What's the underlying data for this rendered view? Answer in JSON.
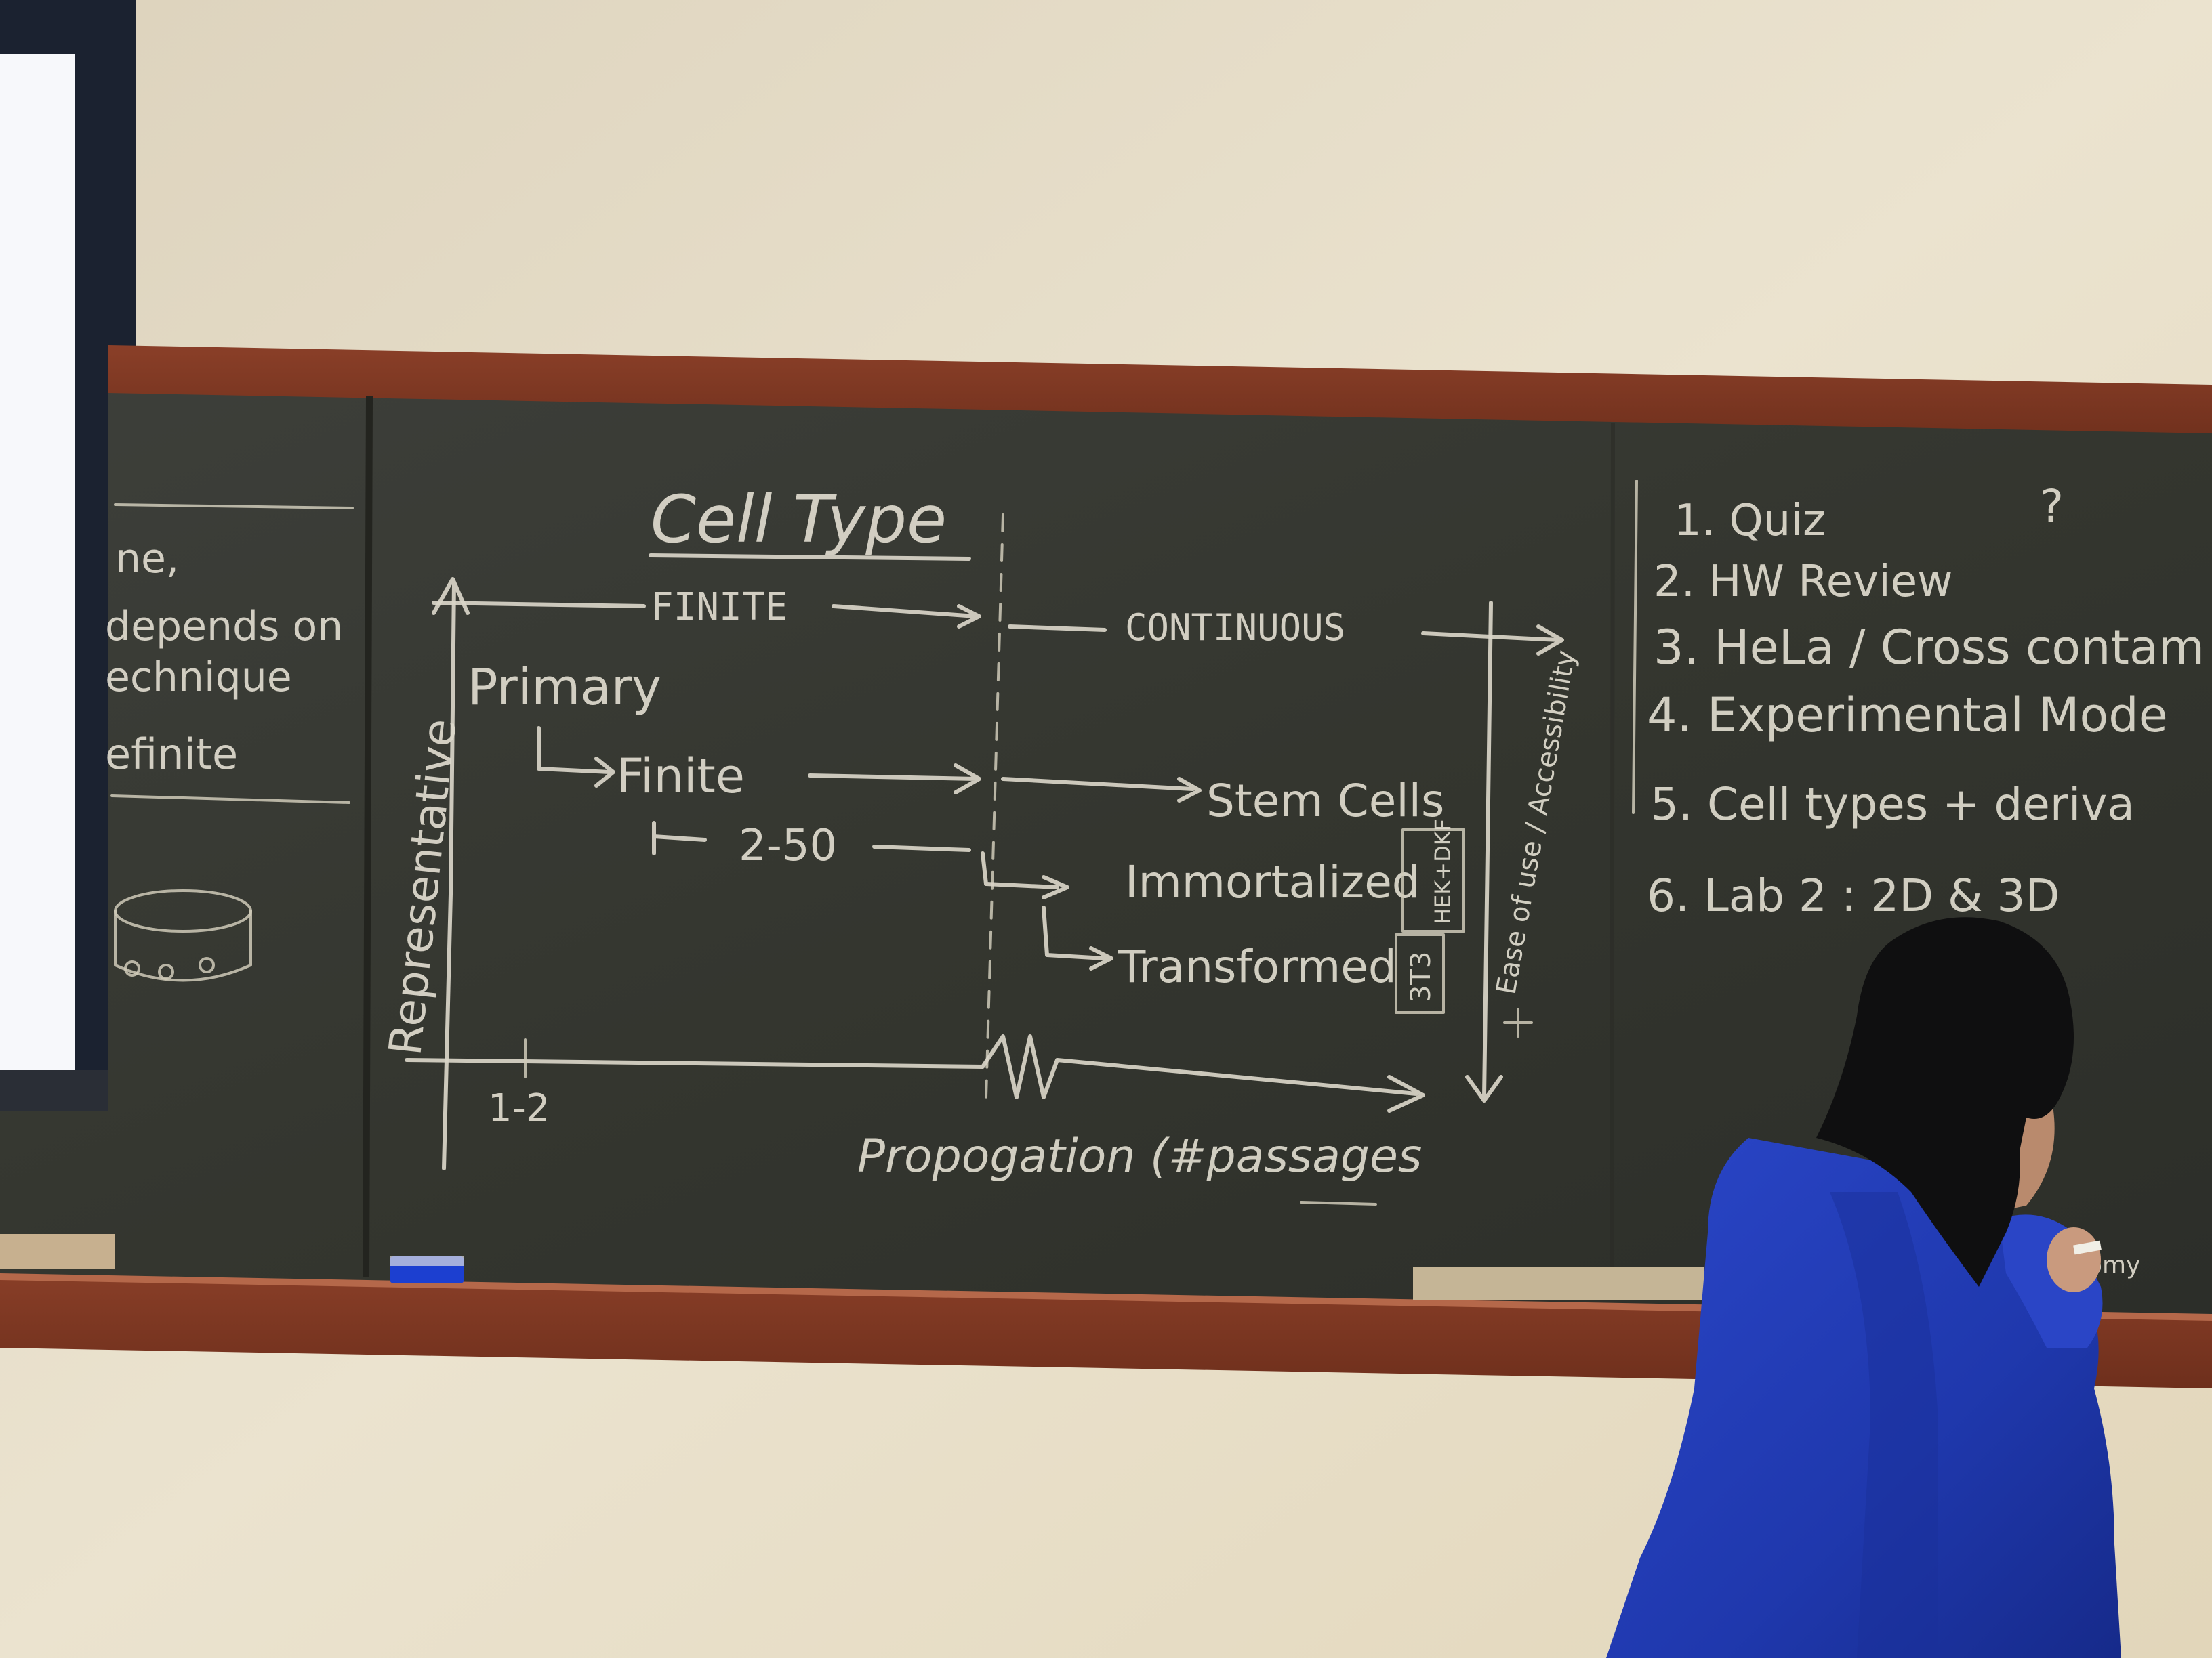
{
  "board_center": {
    "title": "Cell Type",
    "finite": "FINITE",
    "continuous": "CONTINUOUS",
    "primary": "Primary",
    "finite_branch": "Finite",
    "range_2_50": "2-50",
    "stem_cells": "Stem Cells",
    "immortalized": "Immortalized",
    "transformed": "Transformed",
    "box_hek": "HEK+DKF",
    "box_3t3": "3T3",
    "axis_vertical": "Representative",
    "axis_right": "Ease of use / Accessibility",
    "tick_1_2": "1-2",
    "propagation": "Propogation (#passages"
  },
  "board_left": {
    "line1": "ne,",
    "line2": "depends on",
    "line3": "echnique",
    "line4": "efinite"
  },
  "board_right": {
    "items": [
      "1. Quiz",
      "2. HW Review",
      "3. HeLa / Cross contam",
      "4. Experimental Mode",
      "5. Cell types + deriva",
      "6. Lab 2 : 2D & 3D"
    ],
    "question_mark": "?",
    "footer_fragment": "omy"
  }
}
